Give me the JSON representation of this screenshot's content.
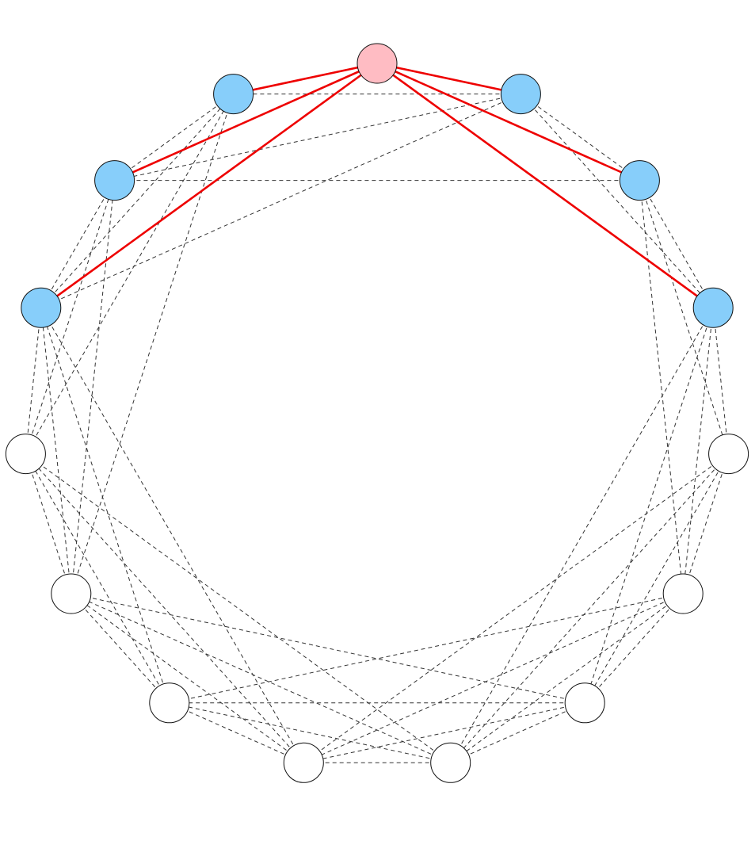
{
  "graph": {
    "colors": {
      "source_node": "#ffbcc3",
      "neighbor_node": "#87cefa",
      "other_node": "#ffffff",
      "node_border": "#111111",
      "highlight_edge": "#ee0000",
      "dashed_edge": "#333333"
    },
    "nodes": [
      {
        "id": 0,
        "role": "source"
      },
      {
        "id": 1,
        "role": "neighbor"
      },
      {
        "id": 2,
        "role": "neighbor"
      },
      {
        "id": 3,
        "role": "neighbor"
      },
      {
        "id": 4,
        "role": "other"
      },
      {
        "id": 5,
        "role": "other"
      },
      {
        "id": 6,
        "role": "other"
      },
      {
        "id": 7,
        "role": "other"
      },
      {
        "id": 8,
        "role": "other"
      },
      {
        "id": 9,
        "role": "other"
      },
      {
        "id": 10,
        "role": "other"
      },
      {
        "id": 11,
        "role": "other"
      },
      {
        "id": 12,
        "role": "neighbor"
      },
      {
        "id": 13,
        "role": "neighbor"
      },
      {
        "id": 14,
        "role": "neighbor"
      }
    ],
    "highlighted_edges": [
      [
        0,
        1
      ],
      [
        0,
        2
      ],
      [
        0,
        3
      ],
      [
        0,
        12
      ],
      [
        0,
        13
      ],
      [
        0,
        14
      ]
    ],
    "dashed_edges": [
      [
        1,
        2
      ],
      [
        1,
        3
      ],
      [
        1,
        12
      ],
      [
        1,
        13
      ],
      [
        1,
        14
      ],
      [
        2,
        3
      ],
      [
        2,
        4
      ],
      [
        2,
        5
      ],
      [
        2,
        13
      ],
      [
        3,
        4
      ],
      [
        3,
        5
      ],
      [
        3,
        6
      ],
      [
        3,
        7
      ],
      [
        4,
        5
      ],
      [
        4,
        6
      ],
      [
        4,
        7
      ],
      [
        4,
        8
      ],
      [
        5,
        6
      ],
      [
        5,
        7
      ],
      [
        5,
        8
      ],
      [
        5,
        9
      ],
      [
        6,
        7
      ],
      [
        6,
        8
      ],
      [
        6,
        9
      ],
      [
        6,
        10
      ],
      [
        7,
        8
      ],
      [
        7,
        9
      ],
      [
        7,
        10
      ],
      [
        7,
        11
      ],
      [
        8,
        9
      ],
      [
        8,
        10
      ],
      [
        8,
        11
      ],
      [
        8,
        12
      ],
      [
        9,
        10
      ],
      [
        9,
        11
      ],
      [
        9,
        12
      ],
      [
        10,
        11
      ],
      [
        10,
        12
      ],
      [
        10,
        13
      ],
      [
        10,
        14
      ],
      [
        11,
        12
      ],
      [
        11,
        13
      ],
      [
        11,
        14
      ],
      [
        12,
        13
      ],
      [
        12,
        14
      ],
      [
        13,
        14
      ]
    ]
  }
}
